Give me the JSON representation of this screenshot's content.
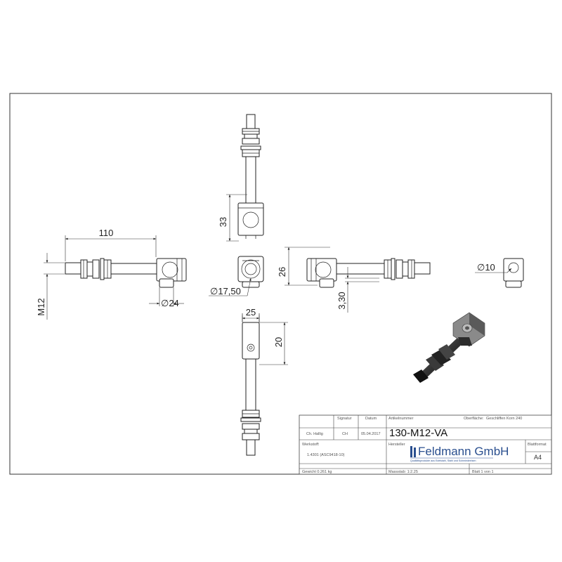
{
  "dimensions": {
    "d110": "110",
    "m12": "M12",
    "dia24": "∅24",
    "d33": "33",
    "dia1750": "∅17,50",
    "d26": "26",
    "d330": "3,30",
    "dia10": "∅10",
    "d25": "25",
    "d20": "20"
  },
  "title_block": {
    "col_signatur": "Signatur",
    "col_datum": "Datum",
    "col_artikelnummer": "Artikelnummer",
    "col_oberflaeche": "Oberfläche:",
    "oberflaeche_value": "Geschliffen Korn 240",
    "designer": "Ch. Hallig",
    "signature": "CH",
    "date": "05.04.2017",
    "article_number": "130-M12-VA",
    "werkstoff_label": "Werkstoff:",
    "werkstoff_value": "1.4301 (ASC9418-10)",
    "hersteller_label": "Hersteller",
    "manufacturer_name": "Feldmann GmbH",
    "manufacturer_tagline": "Qualitätsprodukte aus Edelstahl, Stahl und Schmiedeeisen",
    "blattformat_label": "Blattformat",
    "blattformat_value": "A4",
    "gewicht": "Gewicht 0.261 kg",
    "massstab": "Massstab: 1:2.25",
    "blatt": "Blatt 1 von 1"
  }
}
